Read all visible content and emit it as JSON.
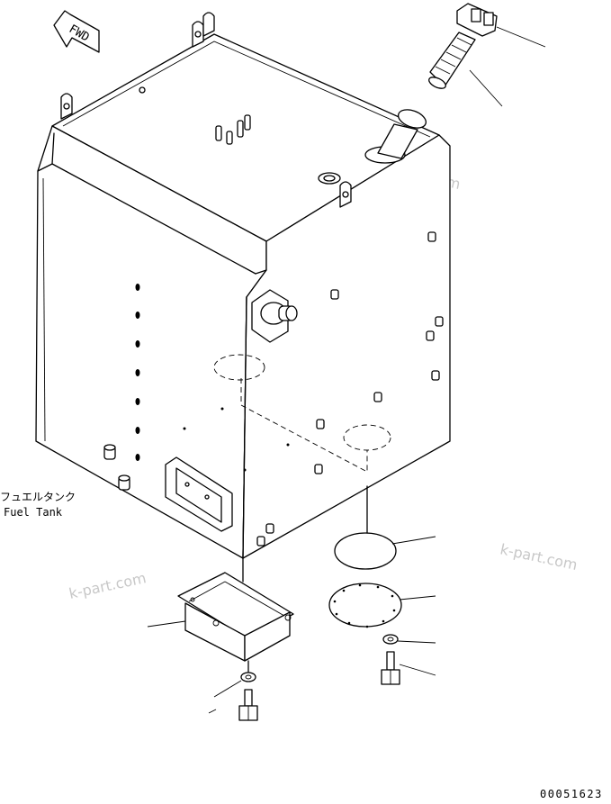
{
  "diagram": {
    "fwd_label": "FWD",
    "part_label_jp": "フュエルタンク",
    "part_label_en": "Fuel Tank",
    "watermark": "k-part.com",
    "drawing_number": "00051623"
  }
}
